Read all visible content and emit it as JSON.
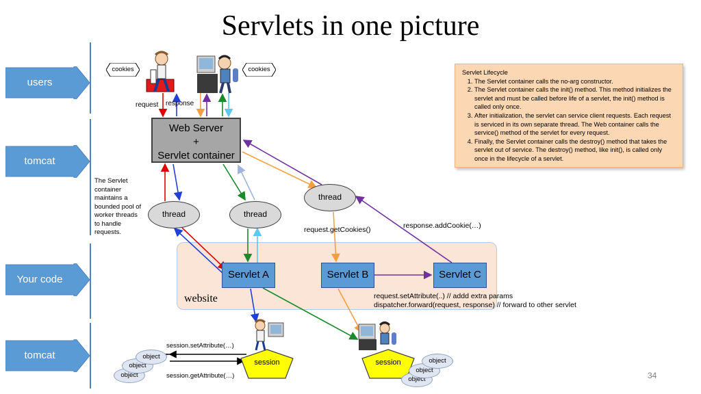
{
  "title": "Servlets in one picture",
  "side_labels": [
    "users",
    "tomcat",
    "Your code",
    "tomcat"
  ],
  "cookies_left": "cookies",
  "cookies_right": "cookies",
  "request_label": "request",
  "response_label": "response",
  "web_server": {
    "line1": "Web Server",
    "line2": "+",
    "line3": "Servlet container"
  },
  "thread_pool_note": [
    "The Servlet",
    "container",
    "maintains a",
    "bounded pool of",
    "worker threads",
    "to handle",
    "requests."
  ],
  "threads": [
    "thread",
    "thread",
    "thread"
  ],
  "get_cookies": "request.getCookies()",
  "add_cookie": "response.addCookie(…)",
  "website_label": "website",
  "servlets": [
    "Servlet A",
    "Servlet B",
    "Servlet C"
  ],
  "forward_note": {
    "line1": "request.setAttribute(..) // addd extra params",
    "line2": "dispatcher.forward(request, response) // forward to other servlet"
  },
  "session_set": "session.setAttribute(…)",
  "session_get": "session.getAttribute(…)",
  "session_labels": [
    "session",
    "session"
  ],
  "objects": [
    "object",
    "object",
    "object"
  ],
  "lifecycle": {
    "heading": "Servlet Lifecycle",
    "items": [
      "The Servlet container calls the no-arg constructor.",
      "The Servlet container calls the init() method. This method initializes the servlet and must be called before life of a servlet, the init() method is called only once.",
      "After initialization, the servlet can service client requests. Each request is serviced in its own separate thread. The Web container calls the service() method of the servlet for every request.",
      "Finally, the Servlet container calls the destroy() method that takes the servlet out of service. The destroy() method, like init(), is called only once in the lifecycle of a servlet."
    ]
  },
  "page_number": "34",
  "colors": {
    "accent_blue": "#4f81bd",
    "server_gray": "#a6a6a6",
    "website_bg": "#fbe5d6",
    "servlet_blue": "#5b9bd5",
    "lifecycle_bg": "#fbd7b4",
    "session_yellow": "#ffff00"
  }
}
